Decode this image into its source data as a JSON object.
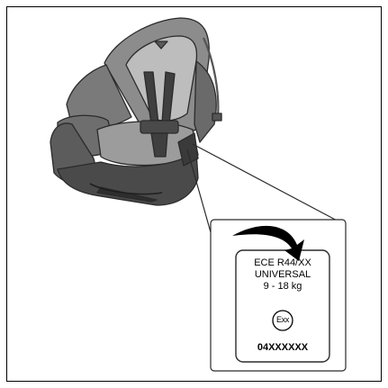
{
  "label": {
    "line1": "ECE  R44/XX",
    "line2": "UNIVERSAL",
    "line3": "9 - 18 kg",
    "mark": "Exx",
    "code": "04XXXXXX"
  },
  "colors": {
    "seat_fill": "#8c8c8c",
    "seat_dark": "#4a4a4a",
    "seat_light": "#bdbdbd",
    "frame": "#000000"
  },
  "icons": {
    "seat": "child-seat-illustration",
    "arrow": "curved-arrow-icon",
    "approval": "e-mark-circle-icon"
  }
}
